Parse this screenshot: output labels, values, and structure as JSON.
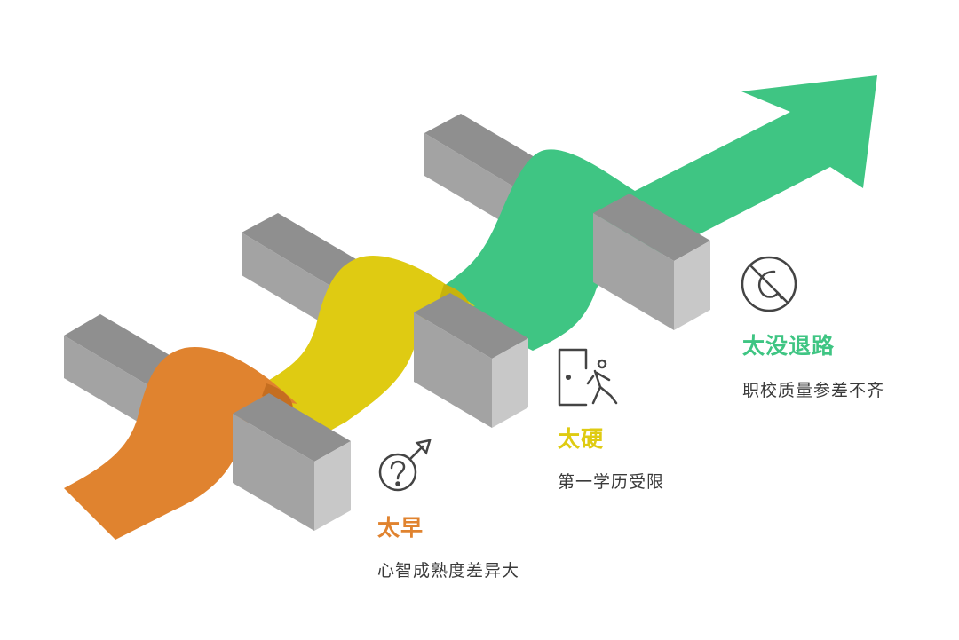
{
  "colors": {
    "orange": "#E0832F",
    "yellow": "#DFCB12",
    "green": "#3FC583",
    "block_front": "#A3A3A3",
    "block_top": "#8F8F8F",
    "block_side": "#C8C8C8",
    "icon_stroke": "#444444"
  },
  "items": [
    {
      "title": "太早",
      "description": "心智成熟度差异大",
      "icon": "question-mark-male-icon",
      "color": "#E0832F"
    },
    {
      "title": "太硬",
      "description": "第一学历受限",
      "icon": "door-exit-person-icon",
      "color": "#DFCB12"
    },
    {
      "title": "太没退路",
      "description": "职校质量参差不齐",
      "icon": "no-retreat-icon",
      "color": "#3FC583"
    }
  ]
}
